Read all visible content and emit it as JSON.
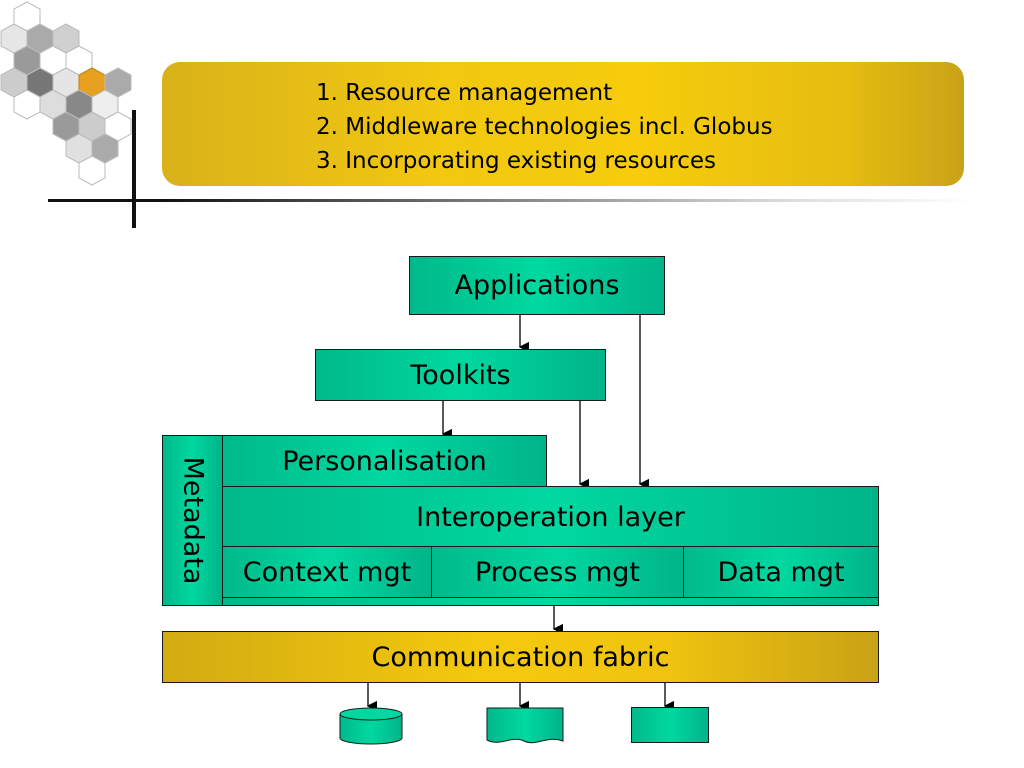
{
  "banner": {
    "items": [
      "1. Resource management",
      "2. Middleware technologies incl. Globus",
      "3. Incorporating existing resources"
    ]
  },
  "diagram": {
    "applications": "Applications",
    "toolkits": "Toolkits",
    "metadata": "Metadata",
    "personalisation": "Personalisation",
    "interoperation": "Interoperation layer",
    "context": "Context mgt",
    "process": "Process mgt",
    "data": "Data mgt",
    "fabric": "Communication fabric"
  },
  "colors": {
    "box_green": "#00d8a0",
    "gold": "#f4c90d",
    "accent_orange": "#e8a020"
  }
}
